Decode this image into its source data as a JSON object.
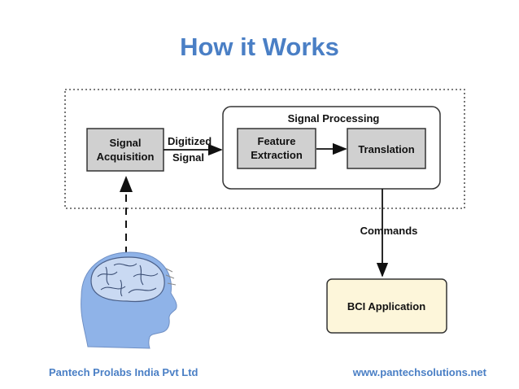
{
  "title": "How it Works",
  "diagram": {
    "signal_acquisition": [
      "Signal",
      "Acquisition"
    ],
    "digitized_signal": [
      "Digitized",
      "Signal"
    ],
    "signal_processing": "Signal Processing",
    "feature_extraction": [
      "Feature",
      "Extraction"
    ],
    "translation": "Translation",
    "commands": "Commands",
    "bci_application": "BCI Application"
  },
  "footer": {
    "company": "Pantech Prolabs India Pvt Ltd",
    "website": "www.pantechsolutions.net"
  },
  "colors": {
    "title": "#4a7fc5",
    "box_fill": "#d0d0d0",
    "bci_fill": "#fdf6da",
    "brain": "#8fb3e8"
  }
}
